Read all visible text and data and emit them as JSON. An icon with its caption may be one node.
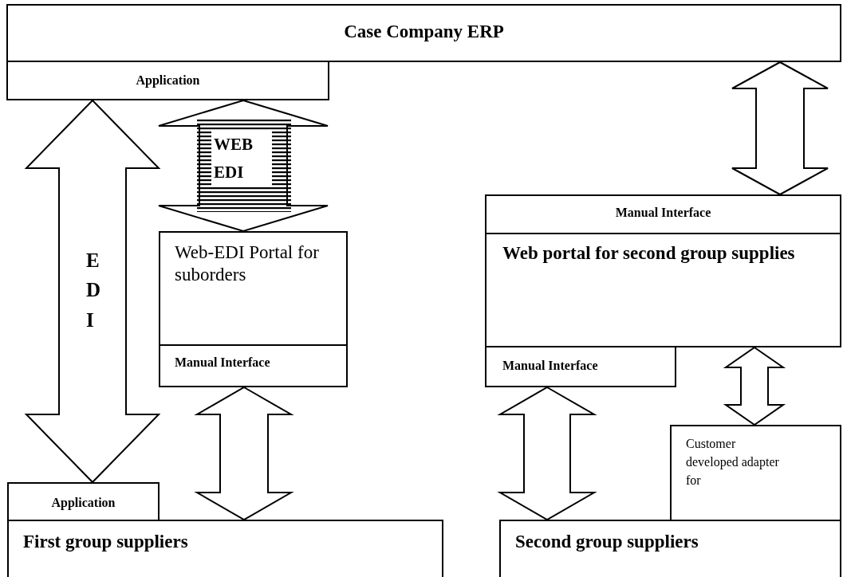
{
  "diagram": {
    "nodes": [
      {
        "text": [
          "Case Company ERP"
        ]
      },
      {
        "text": [
          "Application"
        ]
      },
      {
        "text": [
          "Web-EDI Portal for suborders"
        ]
      },
      {
        "text": [
          "Manual Interface"
        ],
        "in": 2
      },
      {
        "text": [
          "Manual Interface"
        ]
      },
      {
        "text": [
          "Web portal for second group supplies"
        ]
      },
      {
        "text": [
          "Manual Interface"
        ]
      },
      {
        "text": [
          "Customer developed adapter for"
        ]
      },
      {
        "text": [
          "Application"
        ]
      },
      {
        "text": [
          "First group suppliers"
        ]
      },
      {
        "text": [
          "Second group suppliers"
        ]
      }
    ],
    "edges": [
      {
        "from": 1,
        "to": 8,
        "arrow": "both",
        "label": "EDI"
      },
      {
        "from": 1,
        "to": 2,
        "arrow": "both",
        "label": "WEB EDI"
      },
      {
        "from": 0,
        "to": 4,
        "arrow": "both"
      },
      {
        "from": 3,
        "to": 9,
        "arrow": "both"
      },
      {
        "from": 6,
        "to": 10,
        "arrow": "both"
      },
      {
        "from": 5,
        "to": 7,
        "arrow": "both"
      }
    ]
  }
}
